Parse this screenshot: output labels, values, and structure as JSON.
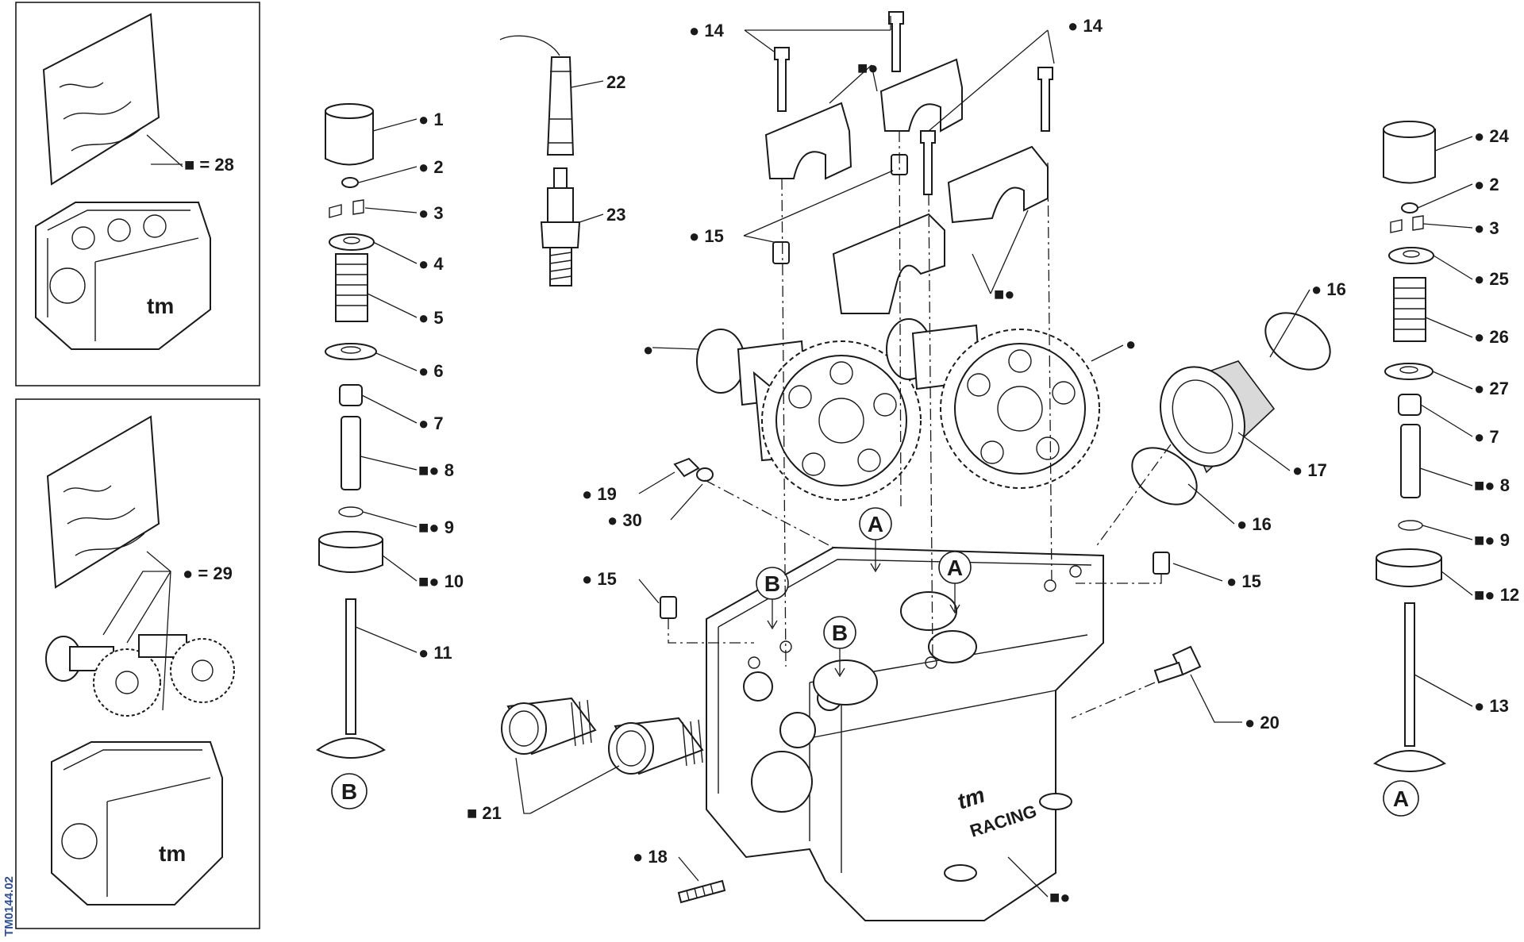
{
  "drawing_code": "TM0144.02",
  "kit_labels": {
    "box_top": "■ = 28",
    "box_bottom": "● = 29"
  },
  "view_callouts": {
    "A": "A",
    "B": "B"
  },
  "labels": {
    "p1": "● 1",
    "p2": "● 2",
    "p3": "● 3",
    "p4": "● 4",
    "p5": "● 5",
    "p6": "● 6",
    "p7": "● 7",
    "p8": "■● 8",
    "p9": "■● 9",
    "p10": "■● 10",
    "p11": "● 11",
    "p22": "22",
    "p23": "23",
    "p14a": "● 14",
    "p14b": "● 14",
    "cap_top": "■●",
    "p15a": "● 15",
    "cap_bottom": "■●",
    "cam_left": "●",
    "cam_right": "●",
    "p19": "● 19",
    "p30": "● 30",
    "p15b": "● 15",
    "p15c": "● 15",
    "p16a": "● 16",
    "p17": "● 17",
    "p16b": "● 16",
    "p20": "● 20",
    "p21": "■ 21",
    "p18": "● 18",
    "head": "■●",
    "p24": "● 24",
    "p2r": "● 2",
    "p3r": "● 3",
    "p25": "● 25",
    "p26": "● 26",
    "p27": "● 27",
    "p7r": "● 7",
    "p8r": "■● 8",
    "p9r": "■● 9",
    "p12": "■● 12",
    "p13": "● 13"
  },
  "logo_text": "tm",
  "logo_subtext": "RACING"
}
